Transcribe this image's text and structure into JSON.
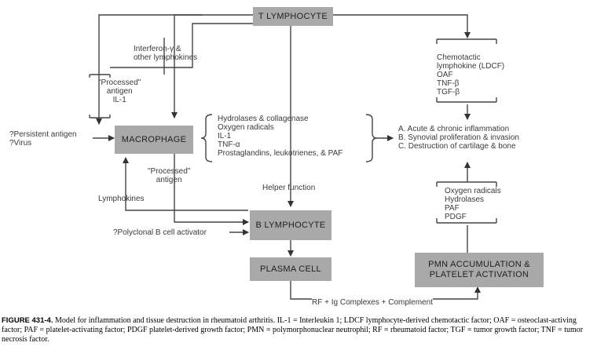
{
  "boxes": {
    "t_lymphocyte": "T LYMPHOCYTE",
    "macrophage": "MACROPHAGE",
    "b_lymphocyte": "B LYMPHOCYTE",
    "plasma_cell": "PLASMA CELL",
    "pmn": "PMN ACCUMULATION &\nPLATELET ACTIVATION"
  },
  "labels": {
    "interferon": "Interferon-γ &\nother lymphokines",
    "processed_antigen_top": "\"Processed\"\nantigen\nIL-1",
    "persistent_antigen": "?Persistent antigen\n?Virus",
    "processed_antigen_bottom": "\"Processed\"\nantigen",
    "lymphokines": "Lymphokines",
    "polyclonal": "?Polyclonal B cell activator",
    "helper_function": "Helper function",
    "mediators": "Hydrolases & collagenase\nOxygen radicals\nIL-1\nTNF-α\nProstaglandins, leukotrienes, & PAF",
    "outcomes": "A. Acute & chronic inflammation\nB. Synovial proliferation & invasion\nC. Destruction of cartilage & bone",
    "chemotactic": "Chemotactic\nlymphokine (LDCF)\nOAF\nTNF-β\nTGF-β",
    "pmn_products": "Oxygen radicals\nHydrolases\nPAF\nPDGF",
    "complexes": "RF + Ig Complexes + Complement"
  },
  "caption": {
    "label": "FIGURE 431-4.",
    "text": " Model for inflammation and tissue destruction in rheumatoid arthritis. IL-1 = Interleukin 1; LDCF lymphocyte-derived chemotactic factor; OAF = osteoclast-activing factor; PAF = platelet-activating factor; PDGF platelet-derived growth factor; PMN = polymorphonuclear neutrophil; RF = rheumatoid factor; TGF = tumor growth factor; TNF = tumor necrosis factor."
  }
}
